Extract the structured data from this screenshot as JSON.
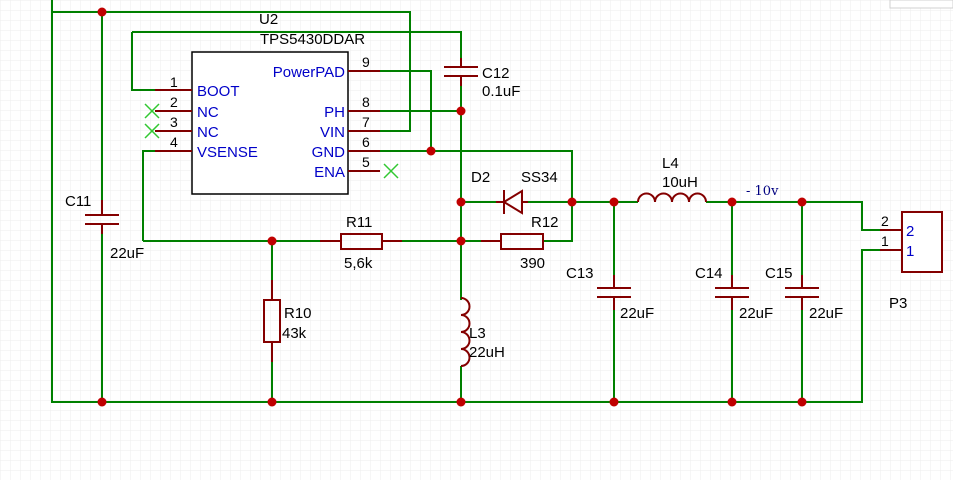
{
  "u2": {
    "ref": "U2",
    "value": "TPS5430DDAR",
    "pins_left": [
      {
        "num": "1",
        "name": "BOOT"
      },
      {
        "num": "2",
        "name": "NC"
      },
      {
        "num": "3",
        "name": "NC"
      },
      {
        "num": "4",
        "name": "VSENSE"
      }
    ],
    "pins_right": [
      {
        "num": "9",
        "name": "PowerPAD"
      },
      {
        "num": "8",
        "name": "PH"
      },
      {
        "num": "7",
        "name": "VIN"
      },
      {
        "num": "6",
        "name": "GND"
      },
      {
        "num": "5",
        "name": "ENA"
      }
    ]
  },
  "c11": {
    "ref": "C11",
    "value": "22uF"
  },
  "c12": {
    "ref": "C12",
    "value": "0.1uF"
  },
  "c13": {
    "ref": "C13",
    "value": "22uF"
  },
  "c14": {
    "ref": "C14",
    "value": "22uF"
  },
  "c15": {
    "ref": "C15",
    "value": "22uF"
  },
  "d2": {
    "ref": "D2",
    "value": "SS34"
  },
  "l3": {
    "ref": "L3",
    "value": "22uH"
  },
  "l4": {
    "ref": "L4",
    "value": "10uH"
  },
  "r10": {
    "ref": "R10",
    "value": "43k"
  },
  "r11": {
    "ref": "R11",
    "value": "5,6k"
  },
  "r12": {
    "ref": "R12",
    "value": "390"
  },
  "p3": {
    "ref": "P3",
    "pin_top": "2",
    "pin_bottom": "1"
  },
  "net_label": "- 10v",
  "colors": {
    "wire": "#008000",
    "component": "#840000",
    "junction": "#c00000",
    "pin_name": "#0000c8",
    "no_connect": "#32c832"
  }
}
